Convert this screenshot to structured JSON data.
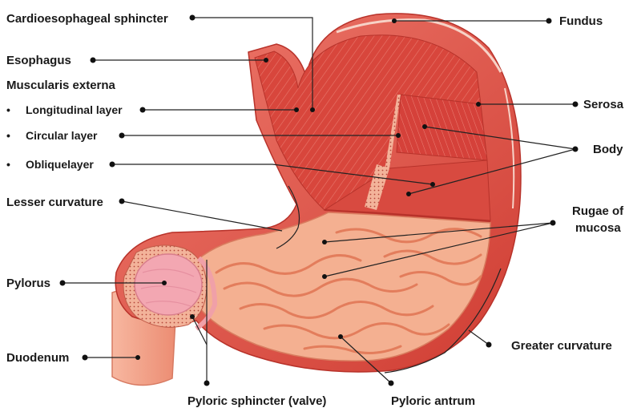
{
  "labels": {
    "cardioesophageal_sphincter": "Cardioesophageal sphincter",
    "fundus": "Fundus",
    "esophagus": "Esophagus",
    "muscularis_externa": "Muscularis externa",
    "longitudinal_layer": "Longitudinal layer",
    "circular_layer": "Circular layer",
    "oblique_layer": "Obliquelayer",
    "serosa": "Serosa",
    "body": "Body",
    "lesser_curvature": "Lesser curvature",
    "rugae_line1": "Rugae of",
    "rugae_line2": "mucosa",
    "pylorus": "Pylorus",
    "duodenum": "Duodenum",
    "greater_curvature": "Greater curvature",
    "pyloric_sphincter": "Pyloric sphincter (valve)",
    "pyloric_antrum": "Pyloric antrum",
    "bullet": "•"
  },
  "colors": {
    "outer_wall": "#e2574c",
    "outer_wall_dark": "#c93a31",
    "muscle": "#d9443b",
    "muscle_light": "#ea7066",
    "mucosa": "#f6b79a",
    "rugae": "#e88a6a",
    "duodenum": "#f2a38a",
    "pylorus": "#f4aab4"
  }
}
